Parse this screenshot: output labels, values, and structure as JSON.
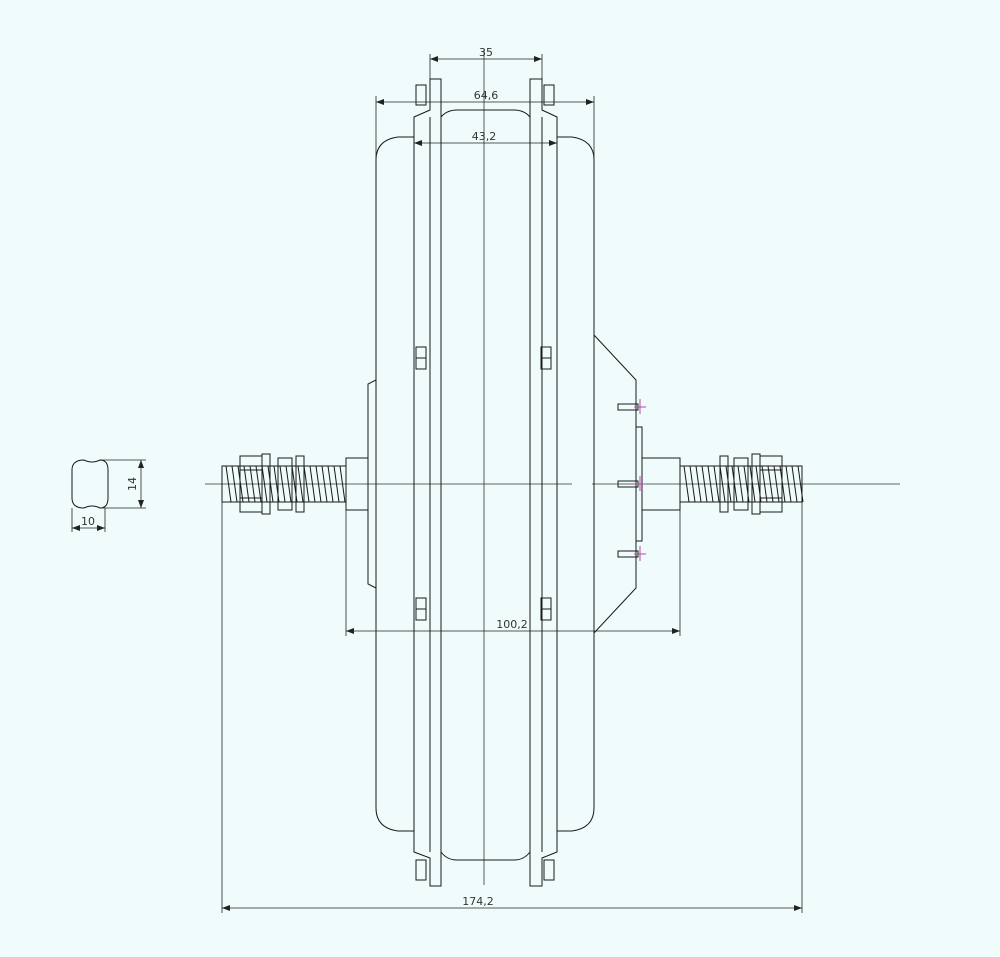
{
  "dimensions": {
    "d35": "35",
    "d646": "64,6",
    "d432": "43,2",
    "d1002": "100,2",
    "d1742": "174,2",
    "d14": "14",
    "d10": "10"
  },
  "colors": {
    "background": "#f0fcfc",
    "line": "#1a1a1a",
    "screw_accent": "#b04aa8"
  }
}
